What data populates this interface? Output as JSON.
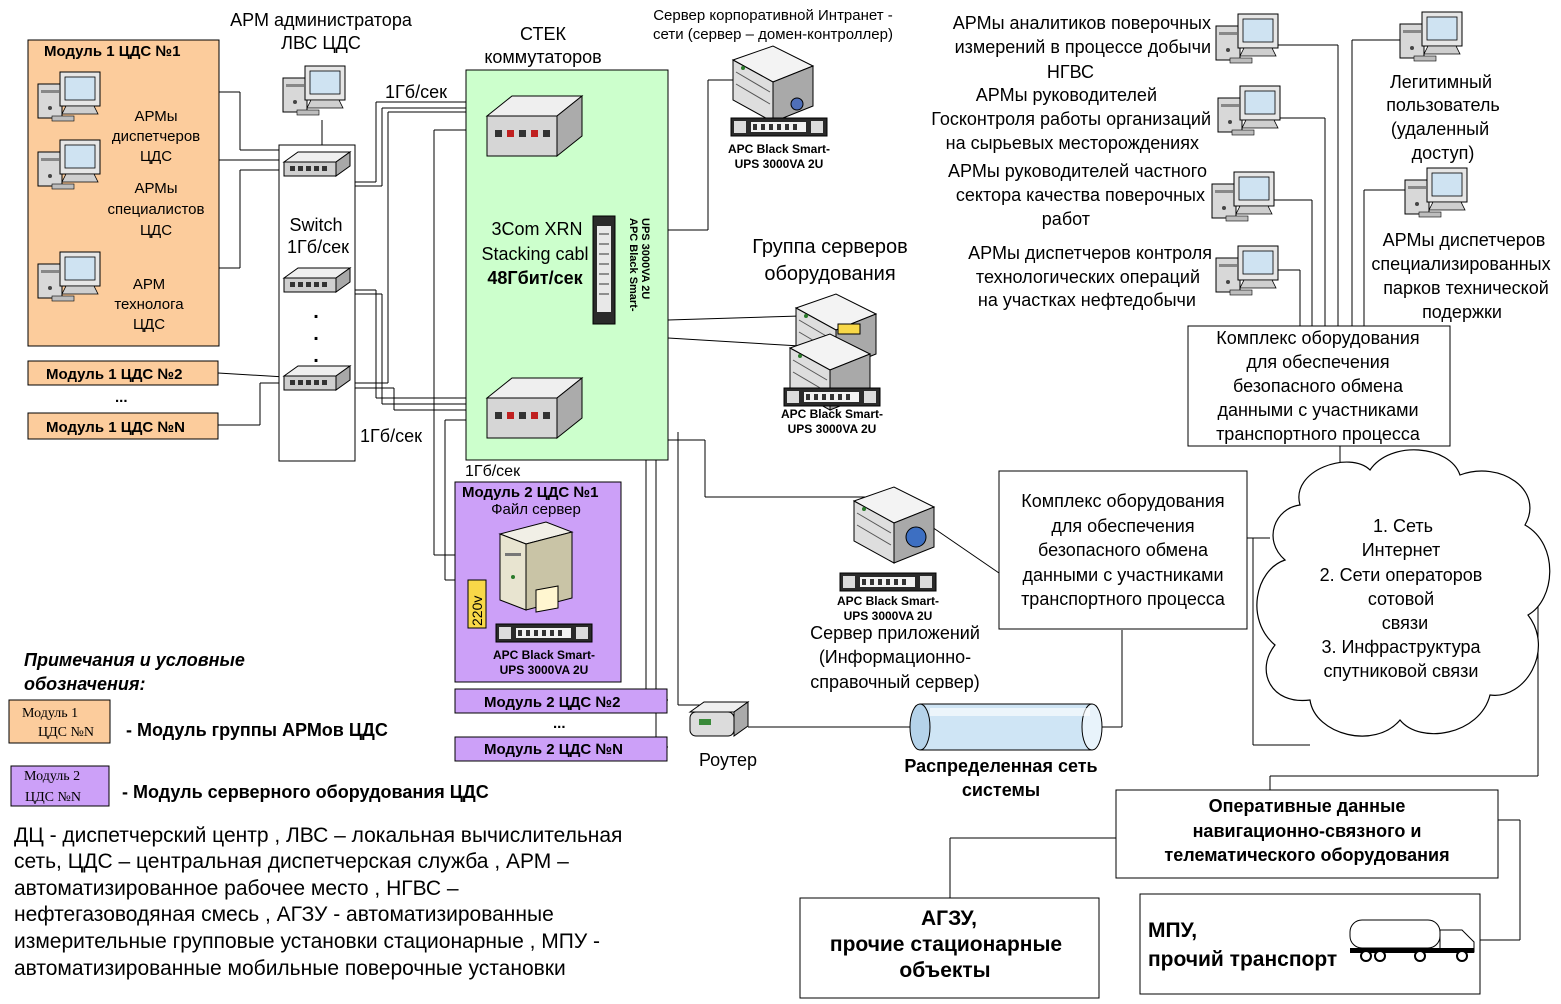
{
  "colors": {
    "module1_fill": "#fccc9c",
    "module2_fill": "#cca0f8",
    "stack_fill": "#ccffcc",
    "cloud_fill": "#ffffff",
    "line": "#000000",
    "accent_yellow": "#f8d848"
  },
  "adm": {
    "line1": "АРМ администратора",
    "line2": "ЛВС ЦДС"
  },
  "stack": {
    "title1": "СТЕК",
    "title2": "коммутаторов",
    "cable1": "3Com XRN",
    "cable2": "Stacking cabl",
    "speed": "48Гбит/сек",
    "ups_vertical1": "APC Black Smart-",
    "ups_vertical2": "UPS 3000VA 2U"
  },
  "speeds": {
    "top": "1Гб/сек",
    "mid": "1Гб/сек",
    "bottom": "1Гб/сек"
  },
  "switch": {
    "line1": "Switch",
    "line2": "1Гб/сек",
    "dots": "."
  },
  "module1": {
    "title": "Модуль  1 ЦДС №1",
    "arm1": [
      "АРМы",
      "диспетчеров",
      "ЦДС"
    ],
    "arm2": [
      "АРМы",
      "специалистов",
      "ЦДС"
    ],
    "arm3": [
      "АРМ",
      "технолога",
      "ЦДС"
    ],
    "n2": "Модуль  1 ЦДС №2",
    "ellipsis": "...",
    "nN": "Модуль  1 ЦДС №N"
  },
  "module2": {
    "title": "Модуль 2 ЦДС №1",
    "subtitle": "Файл сервер",
    "volt": "220v",
    "ups1": "APC Black Smart-",
    "ups2": "UPS 3000VA 2U",
    "n2": "Модуль 2 ЦДС №2",
    "ellipsis": "...",
    "nN": "Модуль 2 ЦДС №N"
  },
  "intranet": {
    "line1": "Сервер корпоративной Интранет  -",
    "line2": "сети (сервер – домен-контроллер)",
    "ups1": "APC Black Smart-",
    "ups2": "UPS 3000VA 2U"
  },
  "equip_group": {
    "line1": "Группа серверов",
    "line2": "оборудования",
    "ups1": "APC Black Smart-",
    "ups2": "UPS 3000VA 2U"
  },
  "app_server": {
    "ups1": "APC Black Smart-",
    "ups2": "UPS 3000VA 2U",
    "line1": "Сервер приложений",
    "line2": "(Информационно-",
    "line3": "справочный сервер)"
  },
  "router": {
    "label": "Роутер"
  },
  "network": {
    "line1": "Распределенная сеть",
    "line2": "системы"
  },
  "right_arms": {
    "g1": [
      "АРМы аналитиков поверочных",
      "измерений в процессе добычи",
      "НГВС"
    ],
    "g2": [
      "АРМы руководителей",
      "Госконтроля работы организаций",
      "на сырьевых месторождениях"
    ],
    "g3": [
      "АРМы руководителей частного",
      "сектора  качества поверочных",
      "работ"
    ],
    "g4": [
      "АРМы диспетчеров контроля",
      "технологических операций",
      "на участках нефтедобычи"
    ],
    "legit": [
      "Легитимный",
      "пользователь",
      "(удаленный",
      "доступ)"
    ],
    "parks": [
      "АРМы диспетчеров",
      "специализированных",
      "парков технической",
      "подержки"
    ]
  },
  "complex_right": [
    "Комплекс оборудования",
    "для обеспечения",
    "безопасного обмена",
    "данными с участниками",
    "транспортного процесса"
  ],
  "complex_mid": [
    "Комплекс оборудования",
    "для обеспечения",
    "безопасного обмена",
    "данными с участниками",
    "транспортного процесса"
  ],
  "cloud": [
    "1. Сеть",
    "Интернет",
    "2. Сети операторов",
    "сотовой",
    "связи",
    "3. Инфраструктура",
    "спутниковой связи"
  ],
  "oper": [
    "Оперативные данные",
    "навигационно-связного и",
    "телематического оборудования"
  ],
  "agzu": [
    "АГЗУ,",
    "прочие стационарные",
    "объекты"
  ],
  "mpu": [
    "МПУ,",
    "прочий транспорт"
  ],
  "legend": {
    "title1": "Примечания и условные",
    "title2": "обозначения:",
    "m1_swatch": [
      "Модуль 1",
      "ЦДС №N"
    ],
    "m1_text": "- Модуль группы АРМов ЦДС",
    "m2_swatch": [
      "Модуль 2",
      "ЦДС №N"
    ],
    "m2_text": "- Модуль серверного оборудования ЦДС"
  },
  "abbrev": [
    "ДЦ  - диспетчерский центр , ЛВС – локальная вычислительная",
    "сеть, ЦДС – центральная диспетчерская служба , АРМ –",
    "автоматизированное рабочее место , НГВС –",
    "нефтегазоводяная смесь , АГЗУ - автоматизированные",
    "измерительные групповые установки стационарные  , МПУ -",
    "автоматизированные мобильные поверочные установки"
  ]
}
